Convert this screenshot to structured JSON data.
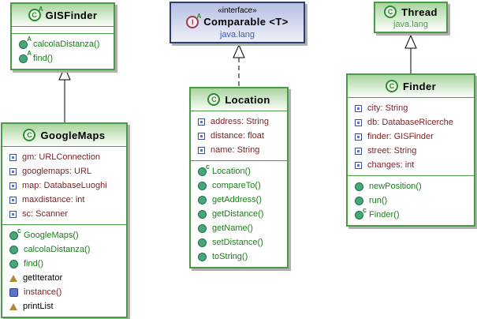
{
  "diagram": {
    "classes": [
      {
        "id": "gisfinder",
        "name": "GISFinder",
        "kind": "class",
        "icon": "abstract-class-icon",
        "stereotype": "",
        "package": "",
        "fields": [],
        "methods": [
          {
            "label": "calcolaDistanza()",
            "icon": "abstract-method-icon",
            "color": "method"
          },
          {
            "label": "find()",
            "icon": "abstract-method-icon",
            "color": "method"
          }
        ]
      },
      {
        "id": "comparable",
        "name": "Comparable <T>",
        "kind": "interface",
        "icon": "interface-icon",
        "stereotype": "«interface»",
        "package": "java.lang",
        "fields": [],
        "methods": []
      },
      {
        "id": "thread",
        "name": "Thread",
        "kind": "external-class",
        "icon": "class-icon",
        "stereotype": "",
        "package": "java.lang",
        "fields": [],
        "methods": []
      },
      {
        "id": "googlemaps",
        "name": "GoogleMaps",
        "kind": "class",
        "icon": "class-icon",
        "stereotype": "",
        "package": "",
        "fields": [
          {
            "label": "gm: URLConnection",
            "icon": "field-icon",
            "color": "field"
          },
          {
            "label": "googlemaps: URL",
            "icon": "field-icon",
            "color": "field"
          },
          {
            "label": "map: DatabaseLuoghi",
            "icon": "field-icon",
            "color": "field"
          },
          {
            "label": "maxdistance: int",
            "icon": "field-icon",
            "color": "field"
          },
          {
            "label": "sc: Scanner",
            "icon": "field-icon",
            "color": "field"
          }
        ],
        "methods": [
          {
            "label": "GoogleMaps()",
            "icon": "constructor-icon",
            "color": "method"
          },
          {
            "label": "calcolaDistanza()",
            "icon": "method-icon",
            "color": "method"
          },
          {
            "label": "find()",
            "icon": "method-icon",
            "color": "method"
          },
          {
            "label": "getIterator",
            "icon": "property-triangle-icon",
            "color": "plain"
          },
          {
            "label": "instance()",
            "icon": "static-method-icon",
            "color": "static"
          },
          {
            "label": "printList",
            "icon": "property-triangle-icon",
            "color": "plain"
          }
        ]
      },
      {
        "id": "location",
        "name": "Location",
        "kind": "class",
        "icon": "class-icon",
        "stereotype": "",
        "package": "",
        "fields": [
          {
            "label": "address: String",
            "icon": "field-icon",
            "color": "field"
          },
          {
            "label": "distance: float",
            "icon": "field-icon",
            "color": "field"
          },
          {
            "label": "name: String",
            "icon": "field-icon",
            "color": "field"
          }
        ],
        "methods": [
          {
            "label": "Location()",
            "icon": "constructor-icon",
            "color": "method"
          },
          {
            "label": "compareTo()",
            "icon": "method-icon",
            "color": "method"
          },
          {
            "label": "getAddress()",
            "icon": "method-icon",
            "color": "method"
          },
          {
            "label": "getDistance()",
            "icon": "method-icon",
            "color": "method"
          },
          {
            "label": "getName()",
            "icon": "method-icon",
            "color": "method"
          },
          {
            "label": "setDistance()",
            "icon": "method-icon",
            "color": "method"
          },
          {
            "label": "toString()",
            "icon": "method-icon",
            "color": "method"
          }
        ]
      },
      {
        "id": "finder",
        "name": "Finder",
        "kind": "class",
        "icon": "class-icon",
        "stereotype": "",
        "package": "",
        "fields": [
          {
            "label": "city: String",
            "icon": "field-icon",
            "color": "field"
          },
          {
            "label": "db: DatabaseRicerche",
            "icon": "field-icon",
            "color": "field"
          },
          {
            "label": "finder: GISFinder",
            "icon": "field-icon",
            "color": "field"
          },
          {
            "label": "street: String",
            "icon": "field-icon",
            "color": "field"
          },
          {
            "label": "changes: int",
            "icon": "field-icon",
            "color": "field"
          }
        ],
        "methods": [
          {
            "label": "newPosition()",
            "icon": "method-icon",
            "color": "method"
          },
          {
            "label": "run()",
            "icon": "method-icon",
            "color": "method"
          },
          {
            "label": "Finder()",
            "icon": "constructor-icon",
            "color": "method"
          }
        ]
      }
    ],
    "relations": [
      {
        "from": "GoogleMaps",
        "to": "GISFinder",
        "type": "extends",
        "line": "solid",
        "arrowhead": "hollow-triangle"
      },
      {
        "from": "Location",
        "to": "Comparable",
        "type": "implements",
        "line": "dashed",
        "arrowhead": "hollow-triangle"
      },
      {
        "from": "Finder",
        "to": "Thread",
        "type": "extends",
        "line": "solid",
        "arrowhead": "hollow-triangle"
      }
    ],
    "colors": {
      "class_border": "#4a9b46",
      "interface_border": "#2c3d6e",
      "field_text": "#7c2427",
      "method_text": "#1a7f1a",
      "plain_text": "#000000",
      "package_green": "#4e9d4e",
      "package_blue": "#3c5db0",
      "shadow": "#b0b0b0"
    }
  }
}
